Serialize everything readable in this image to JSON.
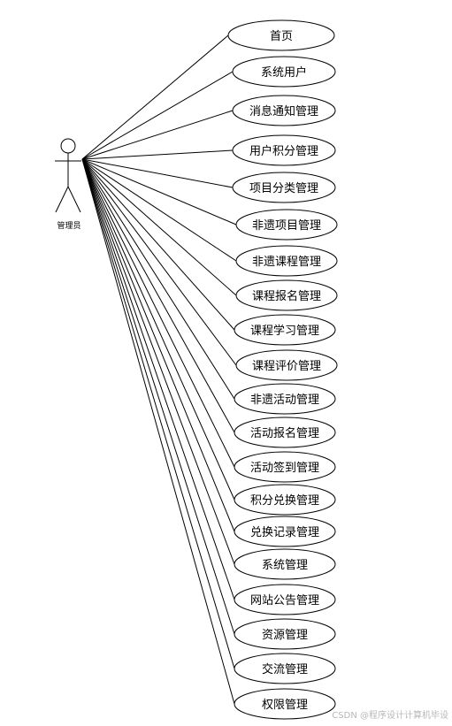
{
  "actor": {
    "label": "管理员"
  },
  "use_cases": [
    "首页",
    "系统用户",
    "消息通知管理",
    "用户积分管理",
    "项目分类管理",
    "非遗项目管理",
    "非遗课程管理",
    "课程报名管理",
    "课程学习管理",
    "课程评价管理",
    "非遗活动管理",
    "活动报名管理",
    "活动签到管理",
    "积分兑换管理",
    "兑换记录管理",
    "系统管理",
    "网站公告管理",
    "资源管理",
    "交流管理",
    "权限管理"
  ],
  "watermark": "CSDN @程序设计计算机毕设",
  "colors": {
    "stroke": "#000000",
    "background": "#ffffff",
    "watermark": "#b8b8b8"
  }
}
